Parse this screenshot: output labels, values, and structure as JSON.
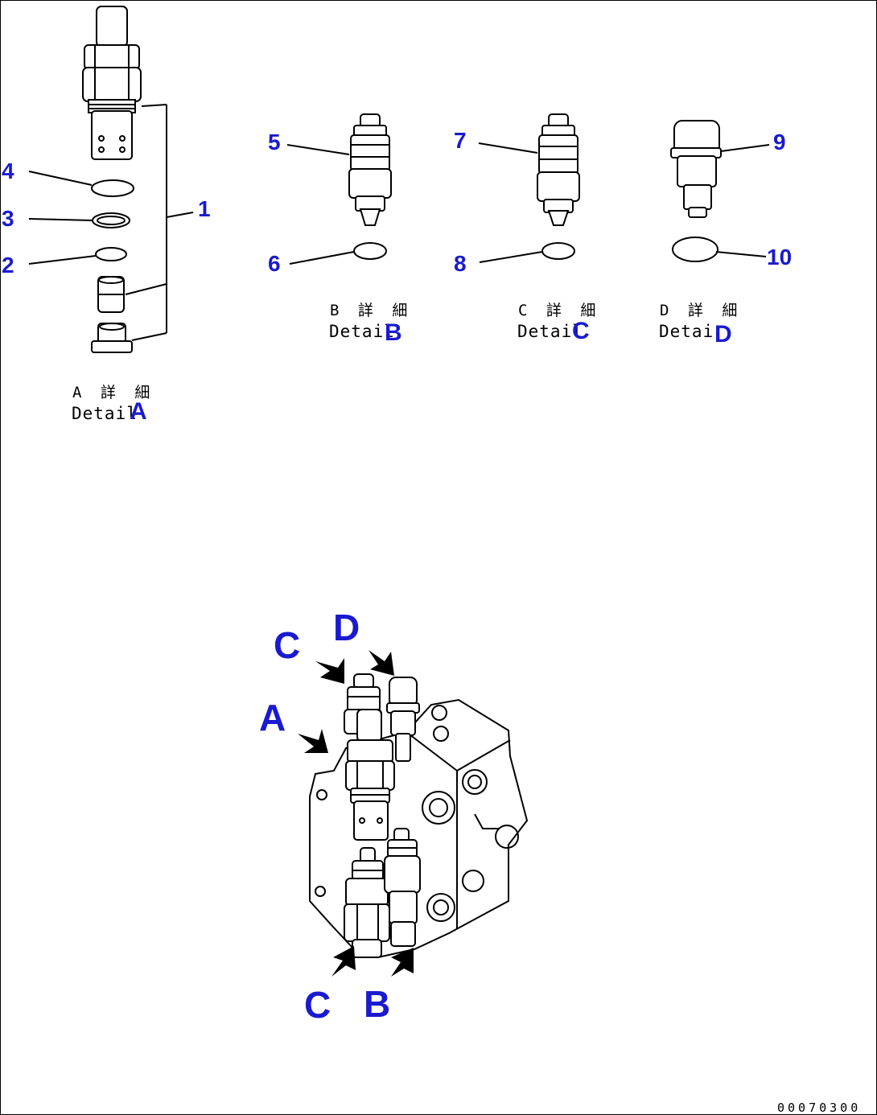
{
  "callouts": {
    "n1": "1",
    "n2": "2",
    "n3": "3",
    "n4": "4",
    "n5": "5",
    "n6": "6",
    "n7": "7",
    "n8": "8",
    "n9": "9",
    "n10": "10"
  },
  "details": {
    "a": {
      "jp": "A 詳 細",
      "word": "Detail",
      "letter": "A"
    },
    "b": {
      "jp": "B 詳 細",
      "word": "Detail",
      "letter": "B"
    },
    "c": {
      "jp": "C 詳 細",
      "word": "Detail",
      "letter": "C"
    },
    "d": {
      "jp": "D 詳 細",
      "word": "Detai",
      "letter": "D"
    }
  },
  "view_labels": {
    "c_top": "C",
    "d_top": "D",
    "a_left": "A",
    "c_bottom": "C",
    "b_bottom": "B"
  },
  "drawing_code": "00070300",
  "colors": {
    "label": "#1a1ad0",
    "line": "#000000"
  }
}
